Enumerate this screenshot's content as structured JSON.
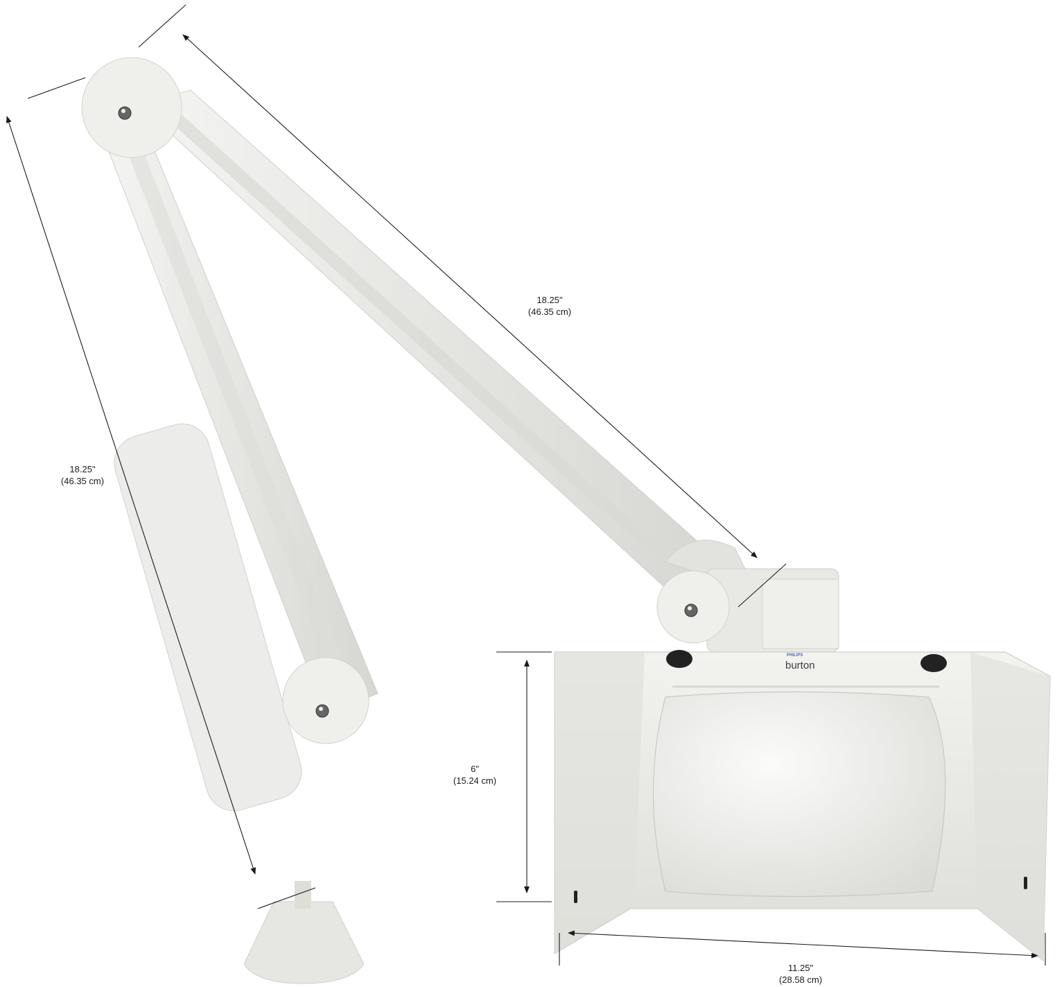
{
  "dimensions": {
    "arm_upper": {
      "inches": "18.25\"",
      "cm": "(46.35 cm)"
    },
    "arm_lower": {
      "inches": "18.25\"",
      "cm": "(46.35 cm)"
    },
    "head_depth": {
      "inches": "6\"",
      "cm": "(15.24 cm)"
    },
    "head_width": {
      "inches": "11.25\"",
      "cm": "(28.58 cm)"
    }
  },
  "brand": {
    "maker": "PHILIPS",
    "name": "burton"
  },
  "colors": {
    "lamp_body": "#ebebe8",
    "lamp_shadow": "#d4d4d0",
    "line": "#1a1a1a",
    "background": "#ffffff"
  }
}
